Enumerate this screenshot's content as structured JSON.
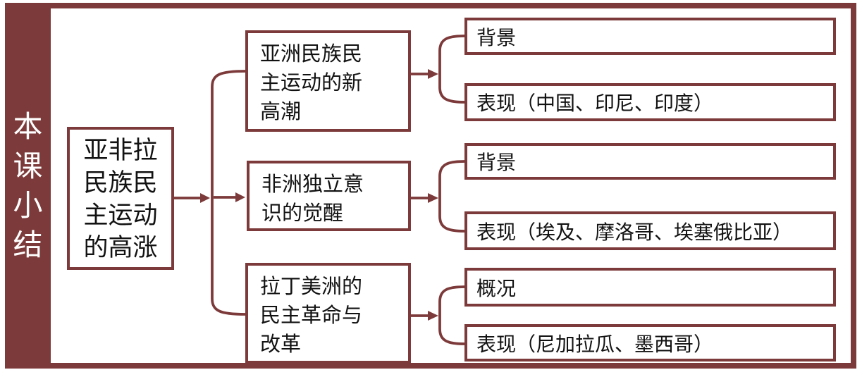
{
  "colors": {
    "maroon": "#7D3A3A",
    "text": "#121212",
    "background": "#FFFFFF",
    "title_text": "#FFFFFF"
  },
  "sidebar": {
    "title": "本课小结"
  },
  "diagram": {
    "root": {
      "label": "亚非拉民族民主运动的高涨",
      "lines": [
        "亚非拉",
        "民族民",
        "主运动",
        "的高涨"
      ]
    },
    "branches": [
      {
        "label": "亚洲民族民主运动的新高潮",
        "lines": [
          "亚洲民族民",
          "主运动的新",
          "高潮"
        ],
        "children": [
          {
            "label": "背景"
          },
          {
            "label": "表现（中国、印尼、印度）"
          }
        ]
      },
      {
        "label": "非洲独立意识的觉醒",
        "lines": [
          "非洲独立意",
          "识的觉醒"
        ],
        "children": [
          {
            "label": "背景"
          },
          {
            "label": "表现（埃及、摩洛哥、埃塞俄比亚）"
          }
        ]
      },
      {
        "label": "拉丁美洲的民主革命与改革",
        "lines": [
          "拉丁美洲的",
          "民主革命与",
          "改革"
        ],
        "children": [
          {
            "label": "概况"
          },
          {
            "label": "表现（尼加拉瓜、墨西哥）"
          }
        ]
      }
    ]
  }
}
